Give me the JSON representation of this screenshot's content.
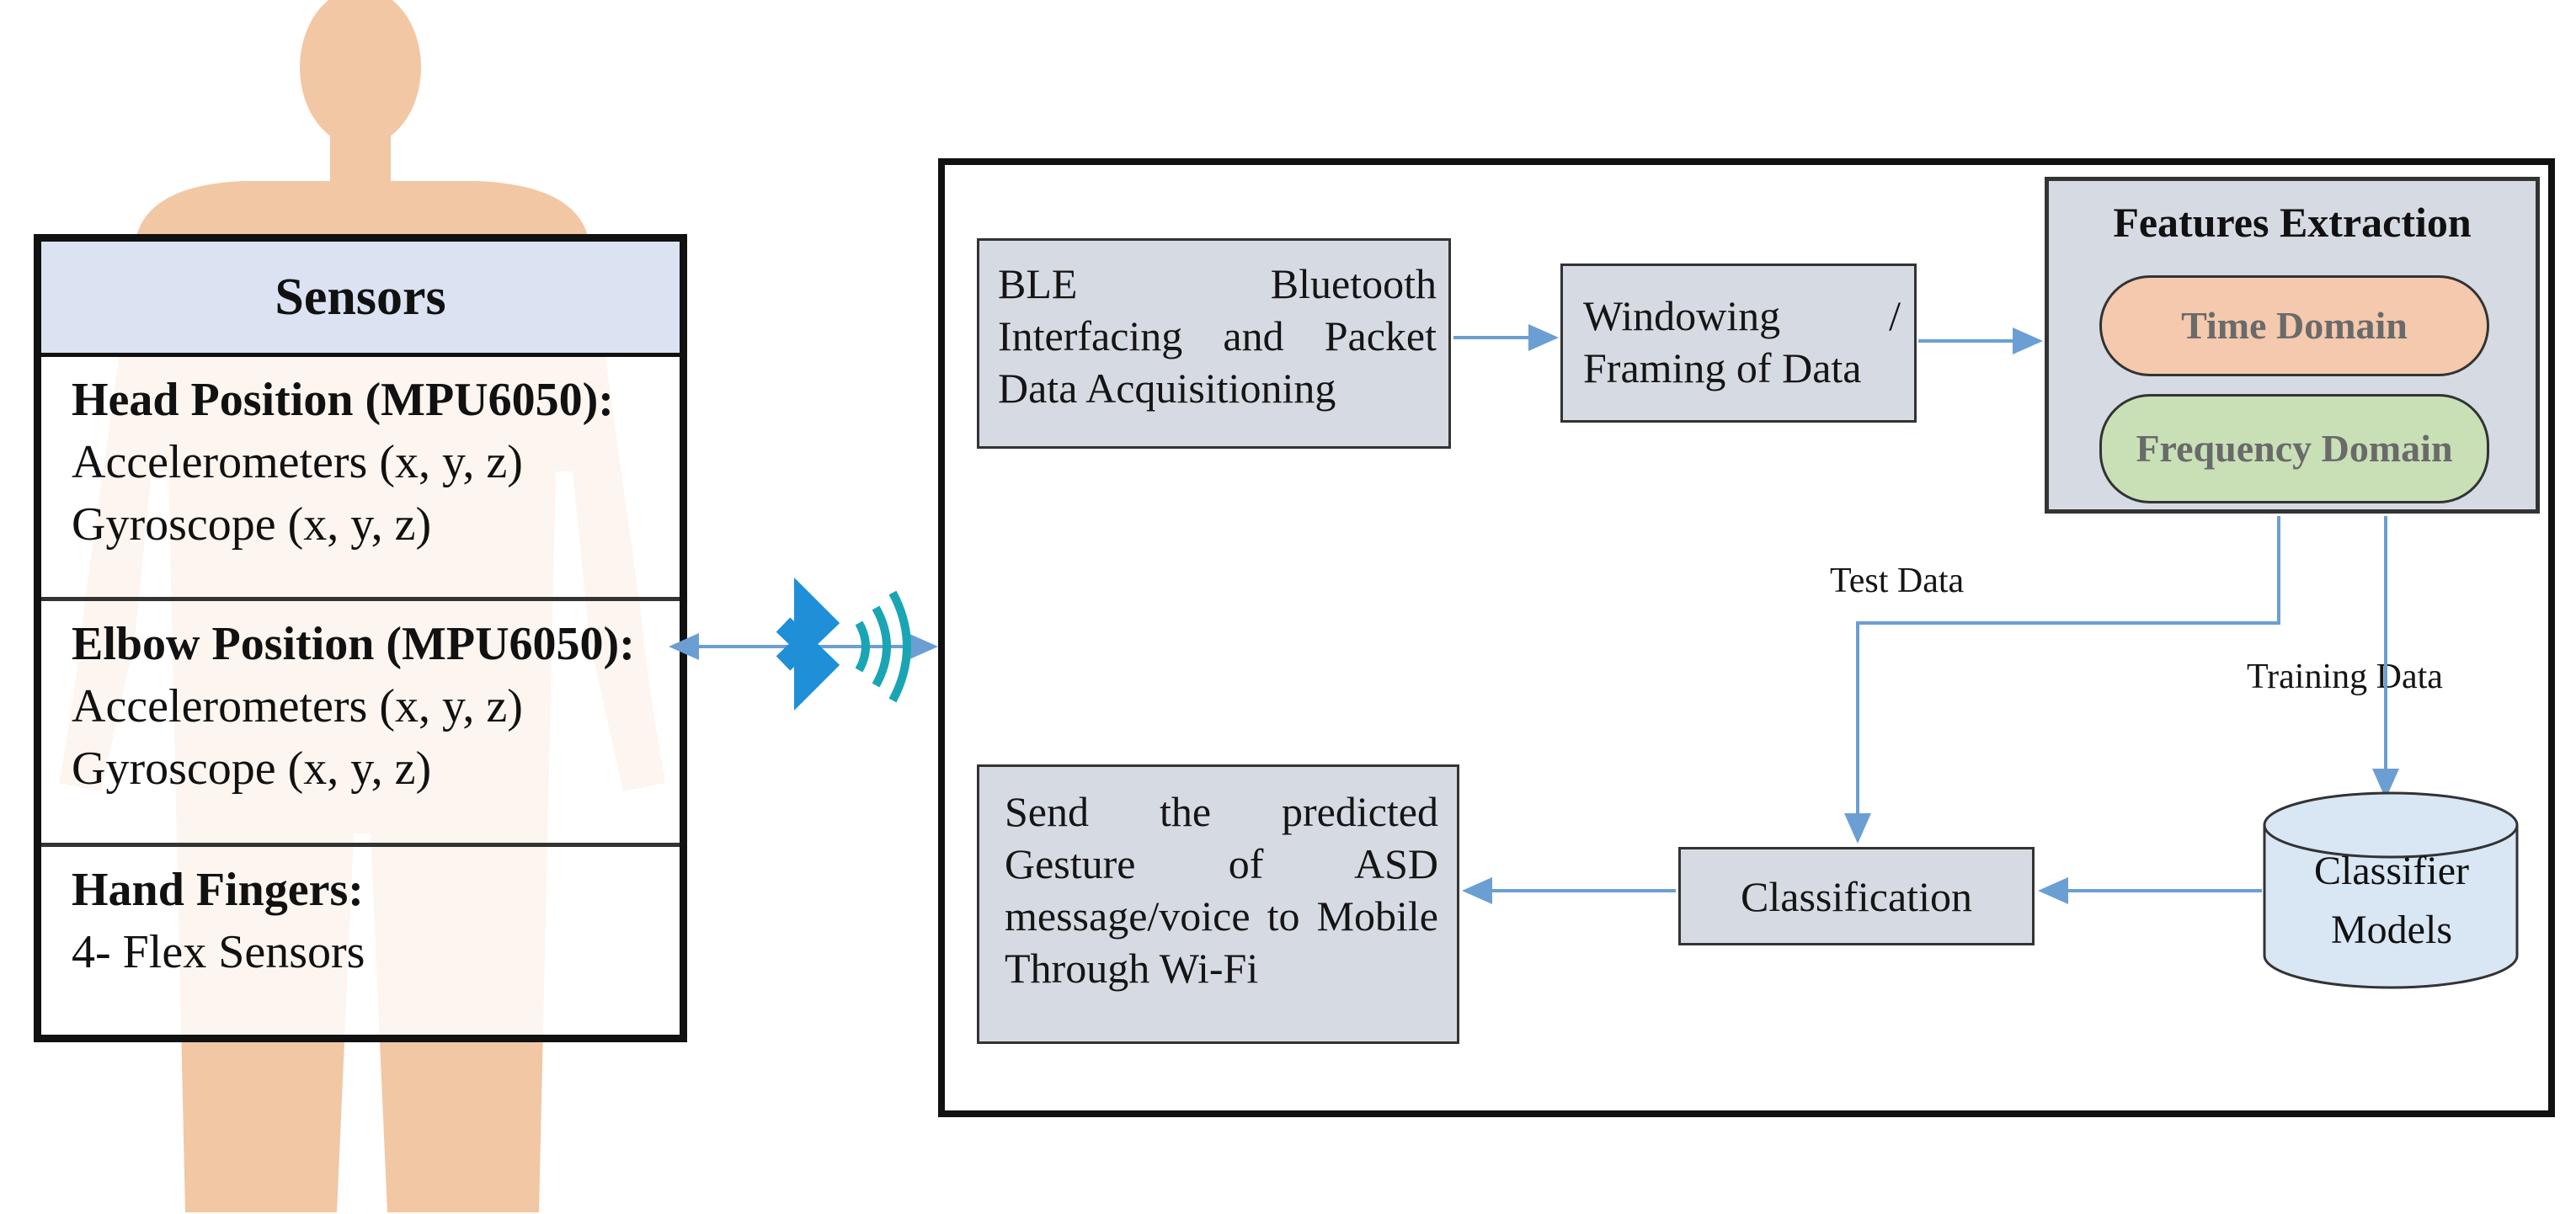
{
  "sensors_panel": {
    "title": "Sensors",
    "head": {
      "title": "Head Position (MPU6050):",
      "lines": [
        "Accelerometers  (x, y, z)",
        "Gyroscope (x, y, z)"
      ]
    },
    "elbow": {
      "title": "Elbow Position (MPU6050):",
      "lines": [
        "Accelerometers  (x, y, z)",
        "Gyroscope (x, y, z)"
      ]
    },
    "hand": {
      "title": "Hand Fingers:",
      "lines": [
        "4- Flex Sensors"
      ]
    }
  },
  "pipeline": {
    "ble_box": [
      "BLE Bluetooth",
      "Interfacing and Packet",
      "Data Acquisitioning"
    ],
    "windowing_box": [
      "Windowing /",
      "Framing of Data"
    ],
    "features": {
      "title": "Features Extraction",
      "time_domain": "Time Domain",
      "frequency_domain": "Frequency Domain"
    },
    "test_data_label": "Test Data",
    "training_data_label": "Training Data",
    "classifier_models": [
      "Classifier",
      "Models"
    ],
    "classification": "Classification",
    "send_box": [
      "Send the predicted",
      "Gesture of ASD",
      "message/voice to Mobile",
      "Through Wi-Fi"
    ]
  },
  "icons": [
    "human-silhouette-icon",
    "bluetooth-icon",
    "wireless-signal-icon"
  ],
  "colors": {
    "silhouette": "#f2c7a4",
    "header_fill": "#dbe3f3",
    "box_fill": "#d6dbe3",
    "time_domain_fill": "#f4c9ad",
    "frequency_domain_fill": "#c9e0b7",
    "arrow": "#6b9fd4",
    "bluetooth": "#1f8fd8",
    "signal": "#1aa5b5"
  }
}
